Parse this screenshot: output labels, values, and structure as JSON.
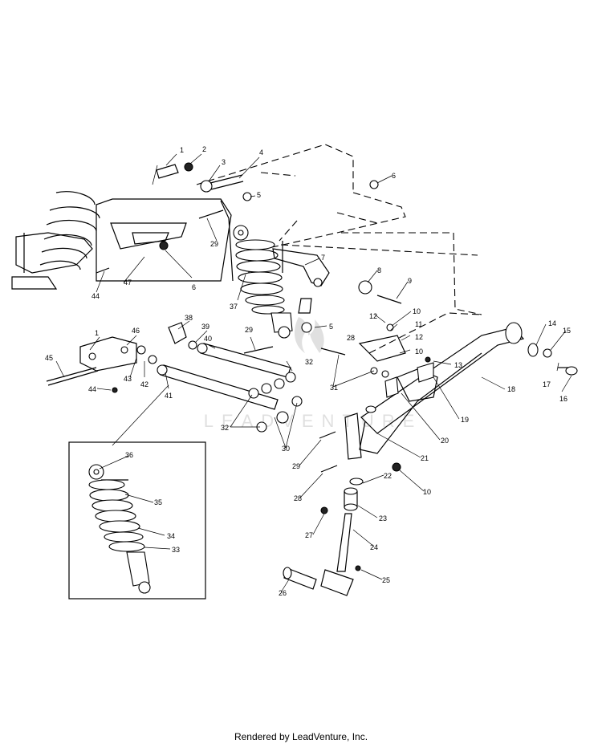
{
  "diagram": {
    "callouts": [
      "1",
      "2",
      "3",
      "4",
      "5",
      "6",
      "7",
      "8",
      "9",
      "10",
      "11",
      "12",
      "13",
      "14",
      "15",
      "16",
      "17",
      "18",
      "19",
      "20",
      "21",
      "22",
      "23",
      "24",
      "25",
      "26",
      "27",
      "28",
      "29",
      "30",
      "31",
      "32",
      "33",
      "34",
      "35",
      "36",
      "37",
      "38",
      "39",
      "40",
      "41",
      "42",
      "43",
      "44",
      "45",
      "46",
      "47"
    ]
  },
  "watermark": "LEADVENTURE",
  "footer": {
    "text": "Rendered by LeadVenture, Inc."
  }
}
